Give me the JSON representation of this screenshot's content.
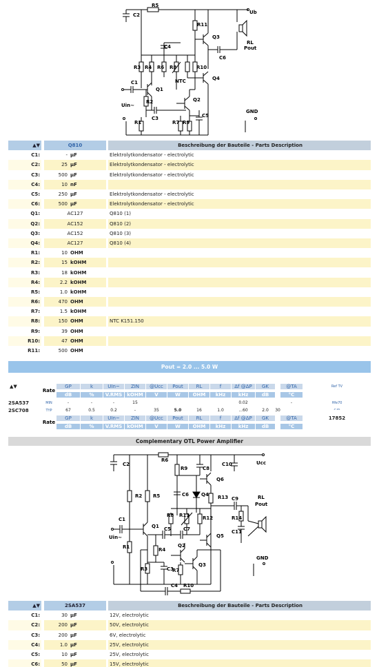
{
  "schematic1": {
    "labels": [
      "C2",
      "R5",
      "Ub",
      "R11",
      "Q3",
      "C4",
      "R3",
      "R4",
      "R6",
      "R8",
      "R10",
      "NTC",
      "RL",
      "Pout",
      "C6",
      "Q4",
      "C1",
      "Q1",
      "R2",
      "Uin~",
      "Q2",
      "C3",
      "R1",
      "R7",
      "R9",
      "C5",
      "GND"
    ]
  },
  "table1": {
    "header": {
      "arrows": "▲▼",
      "part": "Q810",
      "desc": "Beschreibung der Bauteile - Parts Description"
    },
    "rows": [
      {
        "id": "C1:",
        "val": "-",
        "unit": "µF",
        "desc": "Elektrolytkondensator - electrolytic"
      },
      {
        "id": "C2:",
        "val": "25",
        "unit": "µF",
        "desc": "Elektrolytkondensator - electrolytic"
      },
      {
        "id": "C3:",
        "val": "500",
        "unit": "µF",
        "desc": "Elektrolytkondensator - electrolytic"
      },
      {
        "id": "C4:",
        "val": "10",
        "unit": "nF",
        "desc": ""
      },
      {
        "id": "C5:",
        "val": "250",
        "unit": "µF",
        "desc": "Elektrolytkondensator - electrolytic"
      },
      {
        "id": "C6:",
        "val": "500",
        "unit": "µF",
        "desc": "Elektrolytkondensator - electrolytic"
      },
      {
        "id": "Q1:",
        "val": "AC127",
        "unit": "",
        "desc": "Q810 (1)"
      },
      {
        "id": "Q2:",
        "val": "AC152",
        "unit": "",
        "desc": "Q810 (2)"
      },
      {
        "id": "Q3:",
        "val": "AC152",
        "unit": "",
        "desc": "Q810 (3)"
      },
      {
        "id": "Q4:",
        "val": "AC127",
        "unit": "",
        "desc": "Q810 (4)"
      },
      {
        "id": "R1:",
        "val": "10",
        "unit": "OHM",
        "desc": ""
      },
      {
        "id": "R2:",
        "val": "15",
        "unit": "kOHM",
        "desc": ""
      },
      {
        "id": "R3:",
        "val": "18",
        "unit": "kOHM",
        "desc": ""
      },
      {
        "id": "R4:",
        "val": "2.2",
        "unit": "kOHM",
        "desc": ""
      },
      {
        "id": "R5:",
        "val": "1.0",
        "unit": "kOHM",
        "desc": ""
      },
      {
        "id": "R6:",
        "val": "470",
        "unit": "OHM",
        "desc": ""
      },
      {
        "id": "R7:",
        "val": "1.5",
        "unit": "kOHM",
        "desc": ""
      },
      {
        "id": "R8:",
        "val": "150",
        "unit": "OHM",
        "desc": "NTC K151.150"
      },
      {
        "id": "R9:",
        "val": "39",
        "unit": "OHM",
        "desc": ""
      },
      {
        "id": "R10:",
        "val": "47",
        "unit": "OHM",
        "desc": ""
      },
      {
        "id": "R11:",
        "val": "500",
        "unit": "OHM",
        "desc": ""
      }
    ]
  },
  "pout_title": "Pout = 2.0 ... 5.0 W",
  "spec": {
    "arrows": "▲▼",
    "rate": "Rate",
    "params": [
      "GP",
      "k",
      "UIn~",
      "ZIN",
      "@Ucc",
      "Pout",
      "RL",
      "f",
      "Δf @ΔP",
      "GK",
      "",
      "@TA"
    ],
    "units": [
      "dB",
      "%",
      "V.RMS",
      "kOHM",
      "V",
      "W",
      "OHM",
      "kHz",
      "kHz",
      "dB",
      "",
      "°C"
    ],
    "ref_label": "Ref TV",
    "devices": [
      "2SA537",
      "2SC708"
    ],
    "minmax": [
      "MIN",
      "TYP"
    ],
    "row_min": [
      "-",
      "-",
      "-",
      "15",
      "",
      "",
      "",
      "",
      "0.02",
      "",
      "",
      "-"
    ],
    "row_typ": [
      "67",
      "0.5",
      "0.2",
      "-",
      "35",
      "5.0",
      "16",
      "1.0",
      "...60",
      "2.0",
      "30",
      ""
    ],
    "hfe": "Hfe70",
    "hfe2": "C/D",
    "code": "17852"
  },
  "title2": "Complementary OTL Power Amplifier",
  "schematic2": {
    "labels": [
      "C2",
      "R6",
      "Ucc",
      "R9",
      "C8",
      "C10",
      "Q6",
      "R2",
      "R5",
      "C6",
      "Q4",
      "R13",
      "C9",
      "RL",
      "Pout",
      "C1",
      "R8",
      "R11",
      "R12",
      "R14",
      "Uin~",
      "Q1",
      "C5",
      "C7",
      "Q5",
      "C11",
      "R4",
      "Q2",
      "GND",
      "R1",
      "R3",
      "C3",
      "R7",
      "Q3",
      "C4",
      "R10"
    ]
  },
  "table2": {
    "header": {
      "arrows": "▲▼",
      "part": "2SA537",
      "desc": "Beschreibung der Bauteile - Parts Description"
    },
    "rows": [
      {
        "id": "C1:",
        "val": "30",
        "unit": "µF",
        "desc": "12V, electrolytic"
      },
      {
        "id": "C2:",
        "val": "200",
        "unit": "µF",
        "desc": "50V, electrolytic"
      },
      {
        "id": "C3:",
        "val": "200",
        "unit": "µF",
        "desc": "6V, electrolytic"
      },
      {
        "id": "C4:",
        "val": "1.0",
        "unit": "µF",
        "desc": "25V, electrolytic"
      },
      {
        "id": "C5:",
        "val": "10",
        "unit": "µF",
        "desc": "25V, electrolytic"
      },
      {
        "id": "C6:",
        "val": "50",
        "unit": "µF",
        "desc": "15V, electrolytic"
      }
    ]
  }
}
